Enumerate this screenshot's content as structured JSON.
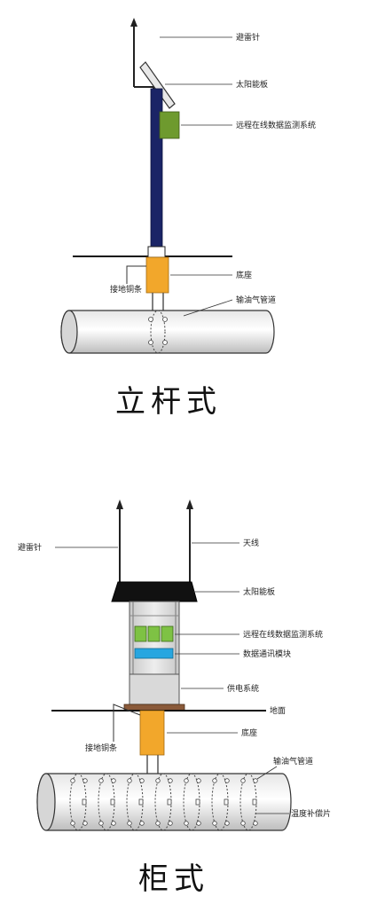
{
  "diagram1": {
    "caption": "立杆式",
    "labels": {
      "lightning_rod": "避雷针",
      "solar_panel": "太阳能板",
      "monitor_system": "远程在线数据监测系统",
      "base": "底座",
      "ground_strip": "接地铜条",
      "pipeline": "输油气管道"
    }
  },
  "diagram2": {
    "caption": "柜式",
    "labels": {
      "lightning_rod": "避雷针",
      "antenna": "天线",
      "solar_panel": "太阳能板",
      "monitor_system": "远程在线数据监测系统",
      "comm_module": "数据通讯模块",
      "power_system": "供电系统",
      "ground_surface": "地面",
      "base": "底座",
      "ground_strip": "接地铜条",
      "pipeline": "输油气管道",
      "temp_compensation": "温度补偿片"
    }
  },
  "colors": {
    "pole": "#1a2466",
    "monitor_green": "#6e9a2e",
    "module_green": "#7ec244",
    "module_blue": "#27a6e0",
    "base_orange": "#f2a72b",
    "cabinet_gray": "#d9d9d9",
    "base_plate": "#8a5a3a",
    "panel_black": "#111111"
  }
}
